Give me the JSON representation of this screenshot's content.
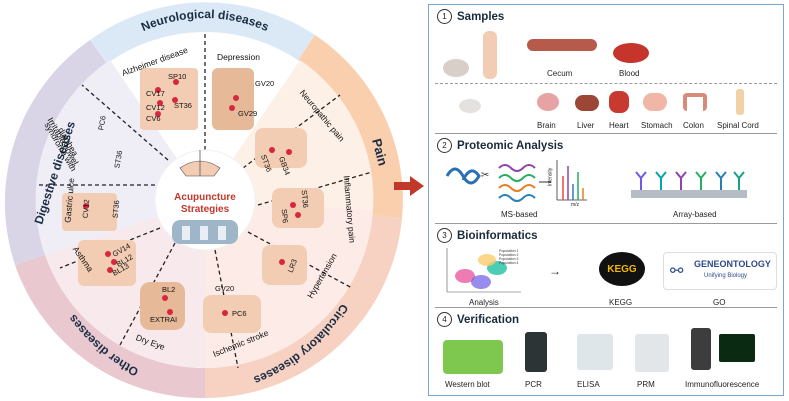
{
  "wheel": {
    "center_title_1": "Acupuncture",
    "center_title_2": "Strategies",
    "ring_labels": {
      "neurological": "Neurological diseases",
      "pain": "Pain",
      "circulatory": "Circulatory diseases",
      "other": "Other diseases",
      "digestive": "Digestive diseases"
    },
    "segments": {
      "alzheimer": {
        "title": "Alzheimer disease",
        "points": [
          "CV17",
          "SP10",
          "CV12",
          "ST36",
          "CV6"
        ]
      },
      "depression": {
        "title": "Depression",
        "points": [
          "GV20",
          "GV29"
        ]
      },
      "neuropathic": {
        "title": "Neuropathic pain",
        "points": [
          "ST36",
          "GB34"
        ]
      },
      "inflammatory": {
        "title": "Inflammatory pain",
        "points": [
          "ST36",
          "SP6"
        ]
      },
      "hypertension": {
        "title": "Hypertension",
        "points": [
          "LR3"
        ]
      },
      "stroke": {
        "title": "Ischemic stroke",
        "points": [
          "GV20",
          "PC6"
        ]
      },
      "dryeye": {
        "title": "Dry Eye",
        "points": [
          "BL2",
          "EXTRAI"
        ]
      },
      "asthma": {
        "title": "Asthma",
        "points": [
          "GV14",
          "BL12",
          "BL13"
        ]
      },
      "gastric": {
        "title": "Gastric ulce",
        "points": [
          "CV12",
          "ST36"
        ]
      },
      "ibs": {
        "title_1": "Irritable bowel",
        "title_2": "syndrome with",
        "title_3": "diarrhea",
        "points": [
          "PC6",
          "ST36"
        ]
      }
    }
  },
  "panel": {
    "samples": {
      "num": "1",
      "title": "Samples",
      "row1": [
        "Cecum",
        "Blood"
      ],
      "row2": [
        "Brain",
        "Liver",
        "Heart",
        "Stomach",
        "Colon",
        "Spinal Cord"
      ]
    },
    "proteomic": {
      "num": "2",
      "title": "Proteomic Analysis",
      "labels": [
        "MS-based",
        "Array-based"
      ],
      "axis_y": "Intensity",
      "axis_x": "m/z"
    },
    "bioinformatics": {
      "num": "3",
      "title": "Bioinformatics",
      "labels": [
        "Analysis",
        "KEGG",
        "GO"
      ],
      "kegg_logo": "KEGG",
      "go_logo_1": "GENEONTOLOGY",
      "go_logo_2": "Unifying Biology",
      "legend": [
        "Population 1",
        "Population 2",
        "Population 3",
        "Population 4"
      ]
    },
    "verification": {
      "num": "4",
      "title": "Verification",
      "labels": [
        "Western blot",
        "PCR",
        "ELISA",
        "PRM",
        "Immunofluorescence"
      ]
    }
  },
  "colors": {
    "neurological": "#dbe8f6",
    "pain": "#f9cfae",
    "circulatory": "#f7d1c1",
    "other": "#e9c8cf",
    "digestive": "#d9d5e7",
    "arrow": "#c0392b",
    "center_text": "#c0392b"
  }
}
